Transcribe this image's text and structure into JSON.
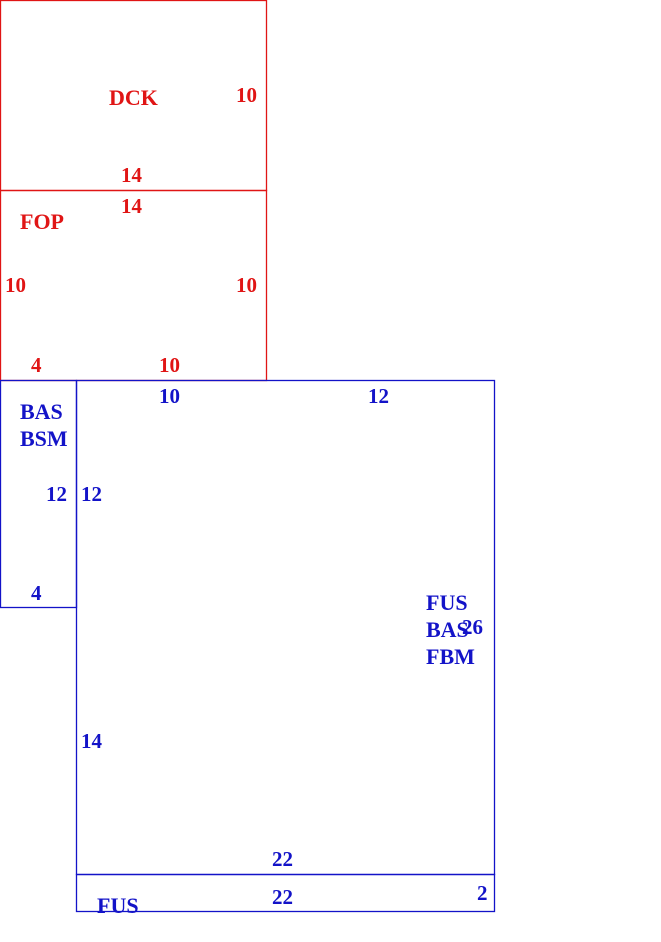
{
  "colors": {
    "upper_level": "#e01515",
    "lower_level": "#1313c8"
  },
  "areas": {
    "dck": {
      "codes": [
        "DCK"
      ],
      "dims": {
        "right": "10",
        "bottom": "14"
      }
    },
    "fop": {
      "codes": [
        "FOP"
      ],
      "dims": {
        "top": "14",
        "left": "10",
        "right": "10",
        "bottom_left": "4",
        "bottom": "10"
      }
    },
    "bas_bsm": {
      "codes": [
        "BAS",
        "BSM"
      ],
      "dims": {
        "right": "12",
        "bottom": "4"
      }
    },
    "fus_main": {
      "codes": [
        "FUS",
        "BAS",
        "FBM"
      ],
      "dims": {
        "top_left": "10",
        "top_right": "12",
        "left_upper": "12",
        "left_lower": "14",
        "right": "26",
        "bottom": "22"
      }
    },
    "fus_strip": {
      "codes": [
        "FUS"
      ],
      "dims": {
        "top": "22",
        "right": "2"
      }
    }
  }
}
